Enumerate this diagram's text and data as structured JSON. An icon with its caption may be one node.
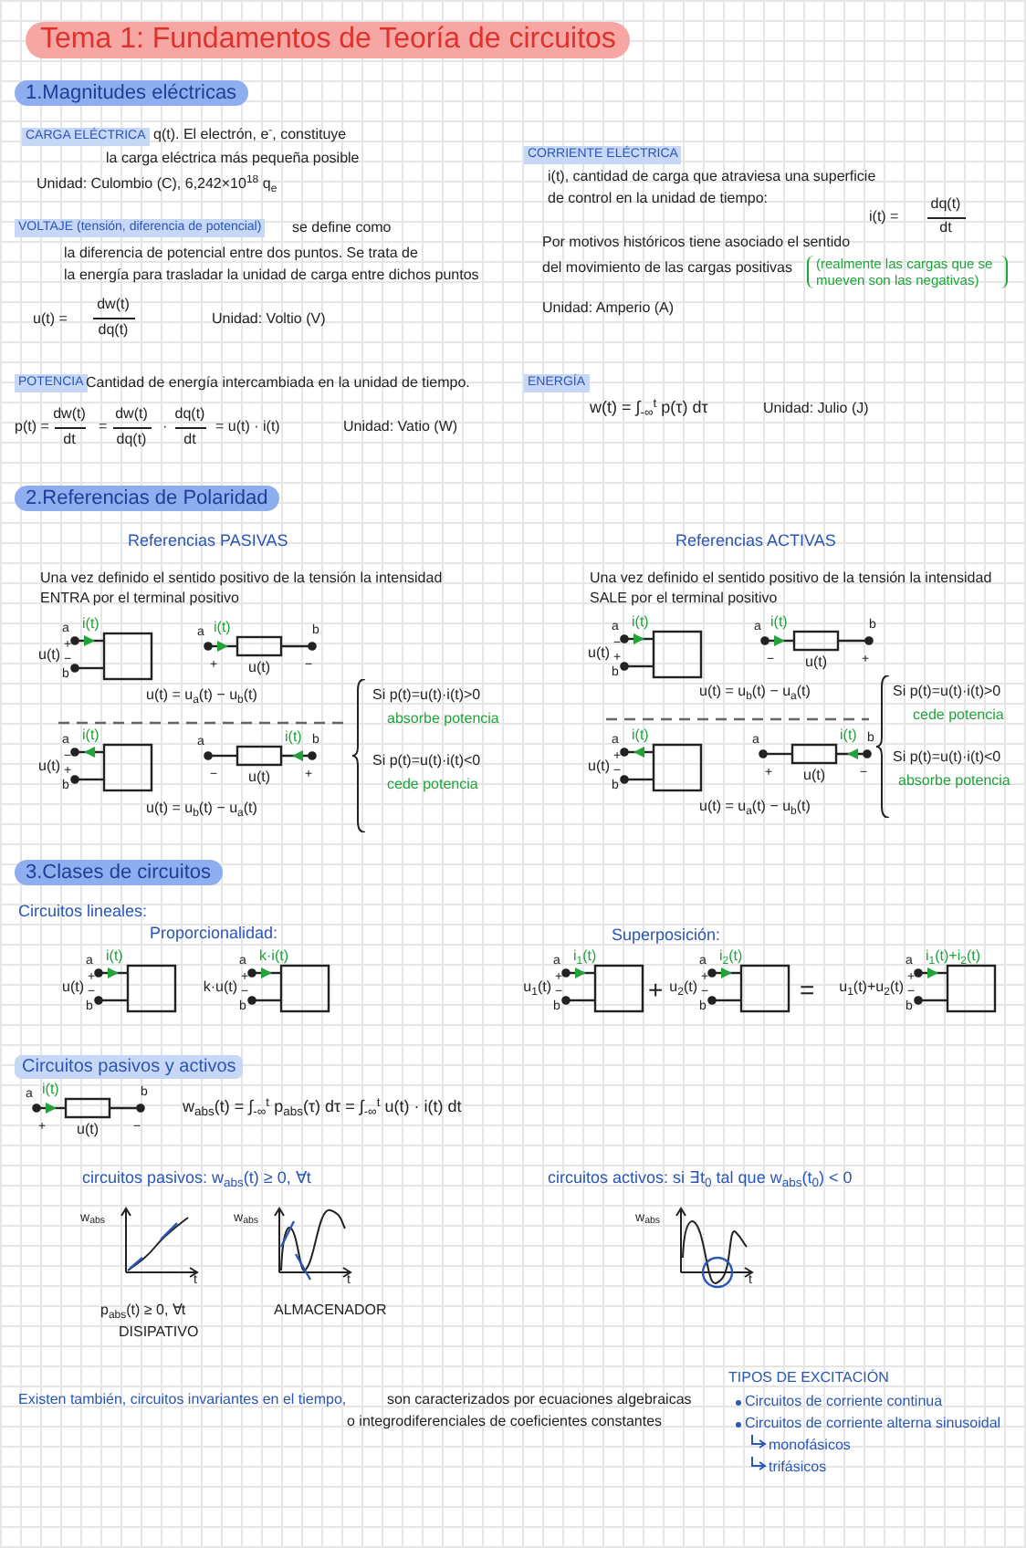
{
  "diagram": {
    "title": "Tema 1: Fundamentos de Teoría de circuitos",
    "labels": [
      "1.Magnitudes eléctricas",
      "CARGA ELÉCTRICA",
      "q(t). El electrón, e$^{-}$, constituye",
      "la carga eléctrica más pequeña posible",
      "Unidad: Culombio (C), 6,242×10$^{18}$ q$_{e}$",
      "VOLTAJE (tensión, diferencia de potencial)",
      "se define como",
      "la diferencia de potencial entre dos puntos. Se trata de",
      "la energía para trasladar la unidad de carga entre dichos puntos",
      "u(t) =",
      "dw(t)",
      "dq(t)",
      "Unidad: Voltio (V)",
      "CORRIENTE ELÉCTRICA",
      "i(t), cantidad de carga que atraviesa una superficie",
      "de control en la unidad de tiempo:",
      "i(t) =",
      "dq(t)",
      "dt",
      "Por motivos históricos tiene asociado el sentido",
      "del movimiento de las cargas positivas",
      "(realmente las cargas que se mueven son las negativas)",
      "Unidad: Amperio (A)",
      "POTENCIA",
      "Cantidad de energía intercambiada en la unidad de tiempo.",
      "p(t) =",
      "dw(t)",
      "dt",
      "=",
      "dw(t)",
      "dq(t)",
      "·",
      "dq(t)",
      "dt",
      "= u(t) · i(t)",
      "Unidad: Vatio (W)",
      "ENERGÍA",
      "w(t) = ∫$_{-∞}$$^{t}$ p(τ) dτ",
      "Unidad: Julio (J)",
      "2.Referencias de Polaridad",
      "Referencias PASIVAS",
      "Referencias ACTIVAS",
      "Una vez definido el sentido positivo de la tensión la intensidad ENTRA por el terminal positivo",
      "Una vez definido el sentido positivo de la tensión la intensidad SALE por el terminal positivo",
      "i(t)",
      "a",
      "+",
      "u(t)",
      "−",
      "b",
      "a",
      "i(t)",
      "b",
      "+",
      "u(t)",
      "−",
      "u(t) = u$_{a}$(t) − u$_{b}$(t)",
      "Si p(t)=u(t)·i(t)>0",
      "absorbe potencia",
      "i(t)",
      "a",
      "−",
      "u(t)",
      "+",
      "b",
      "a",
      "i(t)",
      "b",
      "−",
      "u(t)",
      "+",
      "Si p(t)=u(t)·i(t)<0",
      "cede potencia",
      "u(t) = u$_{b}$(t) − u$_{a}$(t)",
      "i(t)",
      "a",
      "−",
      "u(t)",
      "+",
      "b",
      "a",
      "i(t)",
      "b",
      "−",
      "u(t)",
      "+",
      "u(t) = u$_{b}$(t) − u$_{a}$(t)",
      "Si p(t)=u(t)·i(t)>0",
      "cede potencia",
      "i(t)",
      "a",
      "+",
      "u(t)",
      "−",
      "b",
      "a",
      "i(t)",
      "b",
      "+",
      "u(t)",
      "−",
      "Si p(t)=u(t)·i(t)<0",
      "absorbe potencia",
      "u(t) = u$_{a}$(t) − u$_{b}$(t)",
      "3.Clases de circuitos",
      "Circuitos lineales:",
      "Proporcionalidad:",
      "i(t)",
      "a",
      "+",
      "u(t)",
      "−",
      "b",
      "k·i(t)",
      "a",
      "+",
      "k·u(t)",
      "−",
      "b",
      "Superposición:",
      "i$_{1}$(t)",
      "a",
      "+",
      "u$_{1}$(t)",
      "−",
      "b",
      "+",
      "i$_{2}$(t)",
      "a",
      "+",
      "u$_{2}$(t)",
      "−",
      "b",
      "=",
      "i$_{1}$(t)+i$_{2}$(t)",
      "a",
      "+",
      "u$_{1}$(t)+u$_{2}$(t)",
      "−",
      "b",
      "Circuitos pasivos y activos",
      "a",
      "i(t)",
      "b",
      "+",
      "u(t)",
      "−",
      "w$_{abs}$(t) = ∫$_{-∞}$$^{t}$ p$_{abs}$(τ) dτ = ∫$_{-∞}$$^{t}$ u(t) · i(t) dt",
      "circuitos pasivos: w$_{abs}$(t) ≥ 0, ∀t",
      "circuitos activos: si ∃t$_{0}$ tal que w$_{abs}$(t$_{0}$) < 0",
      "w$_{abs}$",
      "t",
      "w$_{abs}$",
      "t",
      "p$_{abs}$(t) ≥ 0, ∀t",
      "DISIPATIVO",
      "ALMACENADOR",
      "w$_{abs}$",
      "t",
      "Existen también, circuitos invariantes en el tiempo,",
      "son caracterizados por ecuaciones algebraicas",
      "o integrodiferenciales de coeficientes constantes",
      "TIPOS DE EXCITACIÓN",
      "Circuitos de corriente continua",
      "Circuitos de corriente alterna sinusoidal",
      "monofásicos",
      "trifásicos"
    ]
  }
}
